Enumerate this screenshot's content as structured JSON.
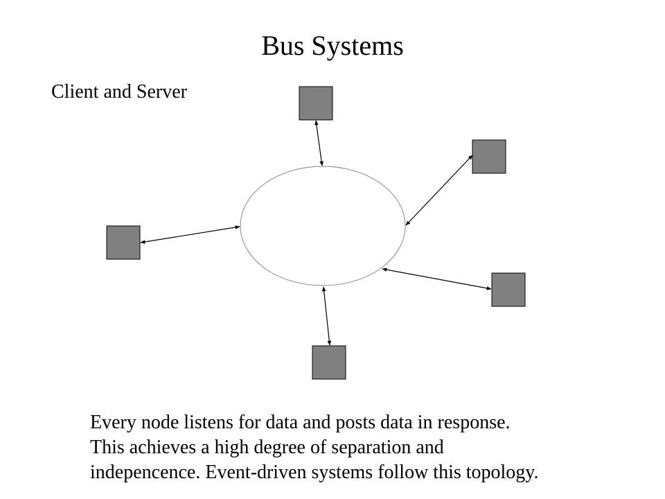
{
  "slide": {
    "title": "Bus Systems",
    "subtitle": "Client and Server",
    "body_lines": [
      "Every node listens for data and posts data in response.",
      "This achieves a high degree of separation and",
      "indepencence. Event-driven systems follow this topology."
    ]
  },
  "colors": {
    "node_fill": "#808080",
    "node_stroke": "#000000",
    "bus_stroke": "#999999",
    "connector": "#000000"
  }
}
